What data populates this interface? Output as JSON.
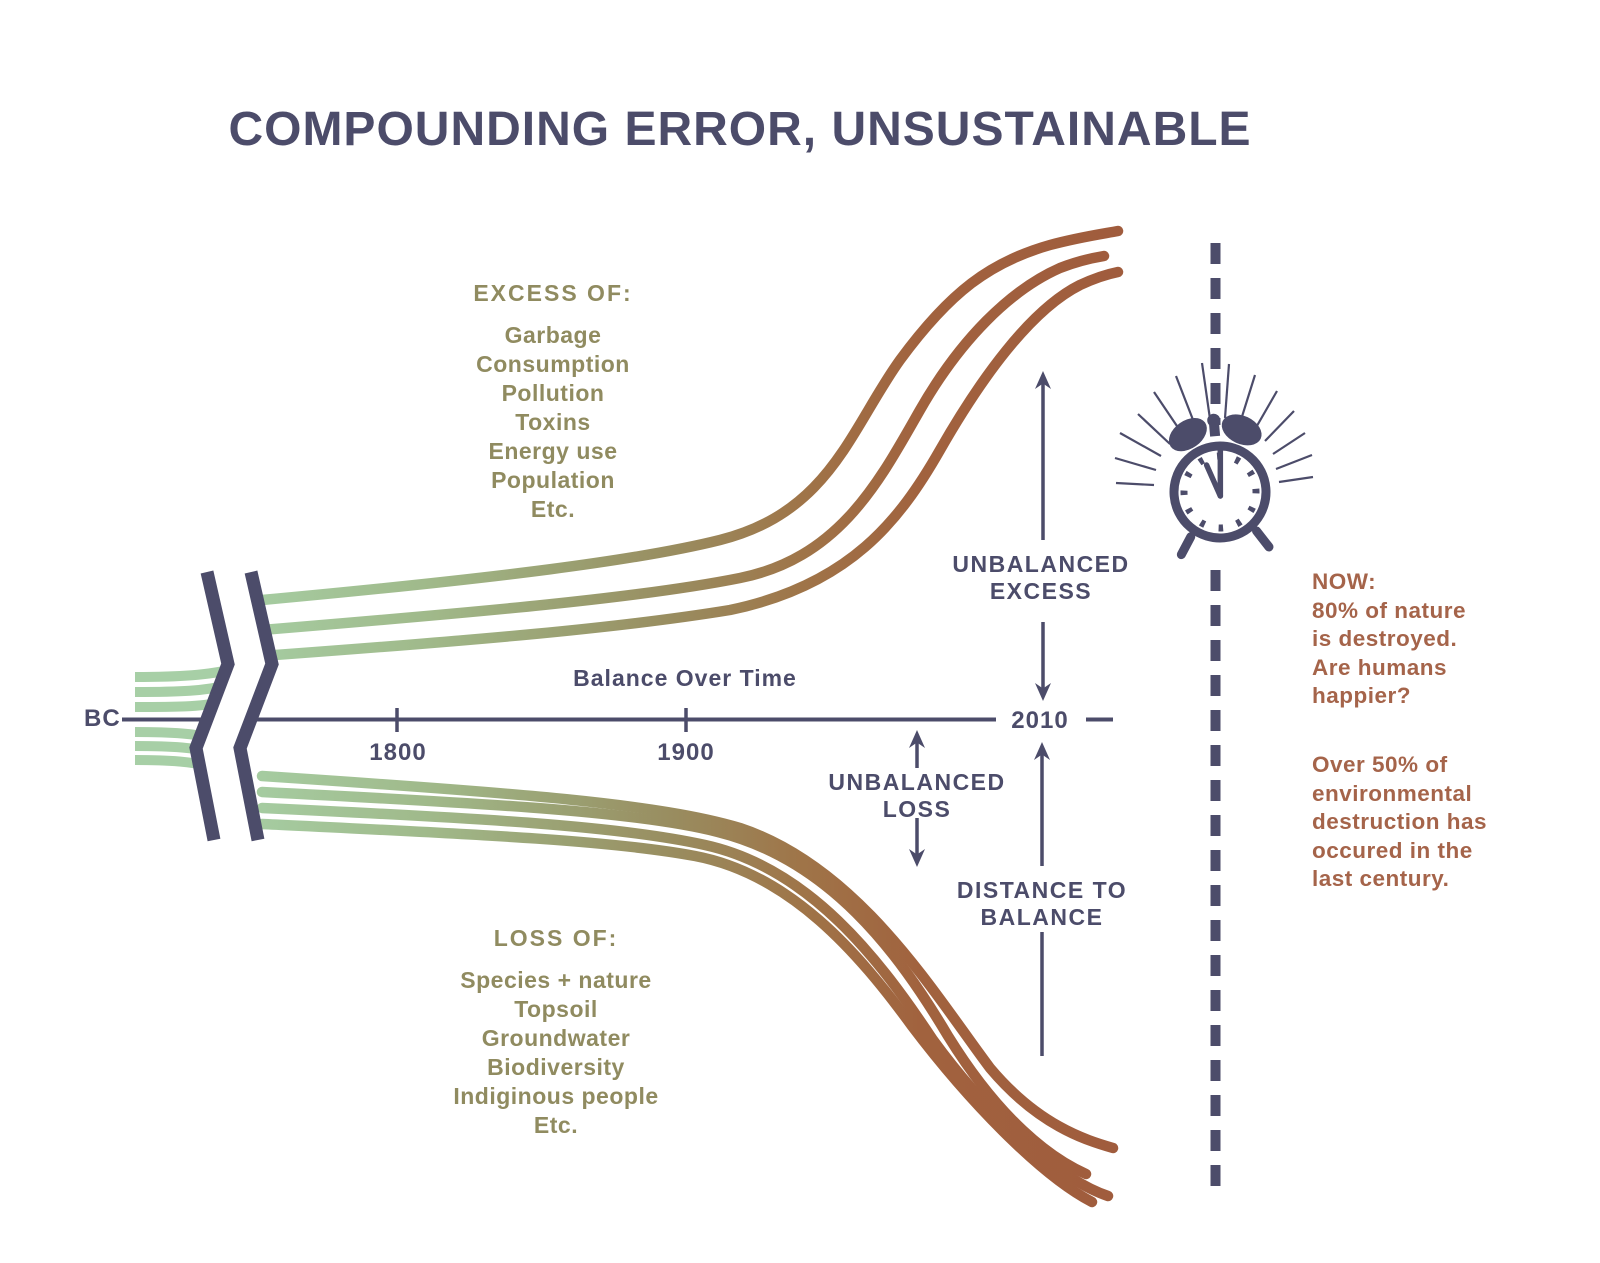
{
  "title": "COMPOUNDING ERROR, UNSUSTAINABLE",
  "colors": {
    "navy": "#4c4c6a",
    "olive": "#908b60",
    "rust": "#a5644a",
    "green_line": "#a7cfa6",
    "brown_curve": "#a05c3d"
  },
  "excess_list": {
    "heading": "EXCESS OF:",
    "items": [
      "Garbage",
      "Consumption",
      "Pollution",
      "Toxins",
      "Energy use",
      "Population",
      "Etc."
    ]
  },
  "loss_list": {
    "heading": "LOSS OF:",
    "items": [
      "Species + nature",
      "Topsoil",
      "Groundwater",
      "Biodiversity",
      "Indiginous people",
      "Etc."
    ]
  },
  "timeline": {
    "era_label": "BC",
    "axis_label": "Balance Over Time",
    "tick_1800": "1800",
    "tick_1900": "1900",
    "tick_2010": "2010"
  },
  "annotations": {
    "unbalanced_excess_line1": "UNBALANCED",
    "unbalanced_excess_line2": "EXCESS",
    "unbalanced_loss_line1": "UNBALANCED",
    "unbalanced_loss_line2": "LOSS",
    "distance_line1": "DISTANCE TO",
    "distance_line2": "BALANCE"
  },
  "now_note": {
    "heading": "NOW:",
    "lines": [
      "80% of nature",
      "is destroyed.",
      "Are humans",
      "happier?"
    ]
  },
  "century_note": {
    "lines": [
      "Over 50% of",
      "environmental",
      "destruction has",
      "occured in the",
      "last century."
    ]
  },
  "icons": {
    "alarm_clock": "⏰"
  },
  "diagram": {
    "type": "conceptual-timeline",
    "excess_curve_count": 3,
    "loss_curve_count": 4,
    "timeline_start": "BC",
    "timeline_end": "2010"
  }
}
